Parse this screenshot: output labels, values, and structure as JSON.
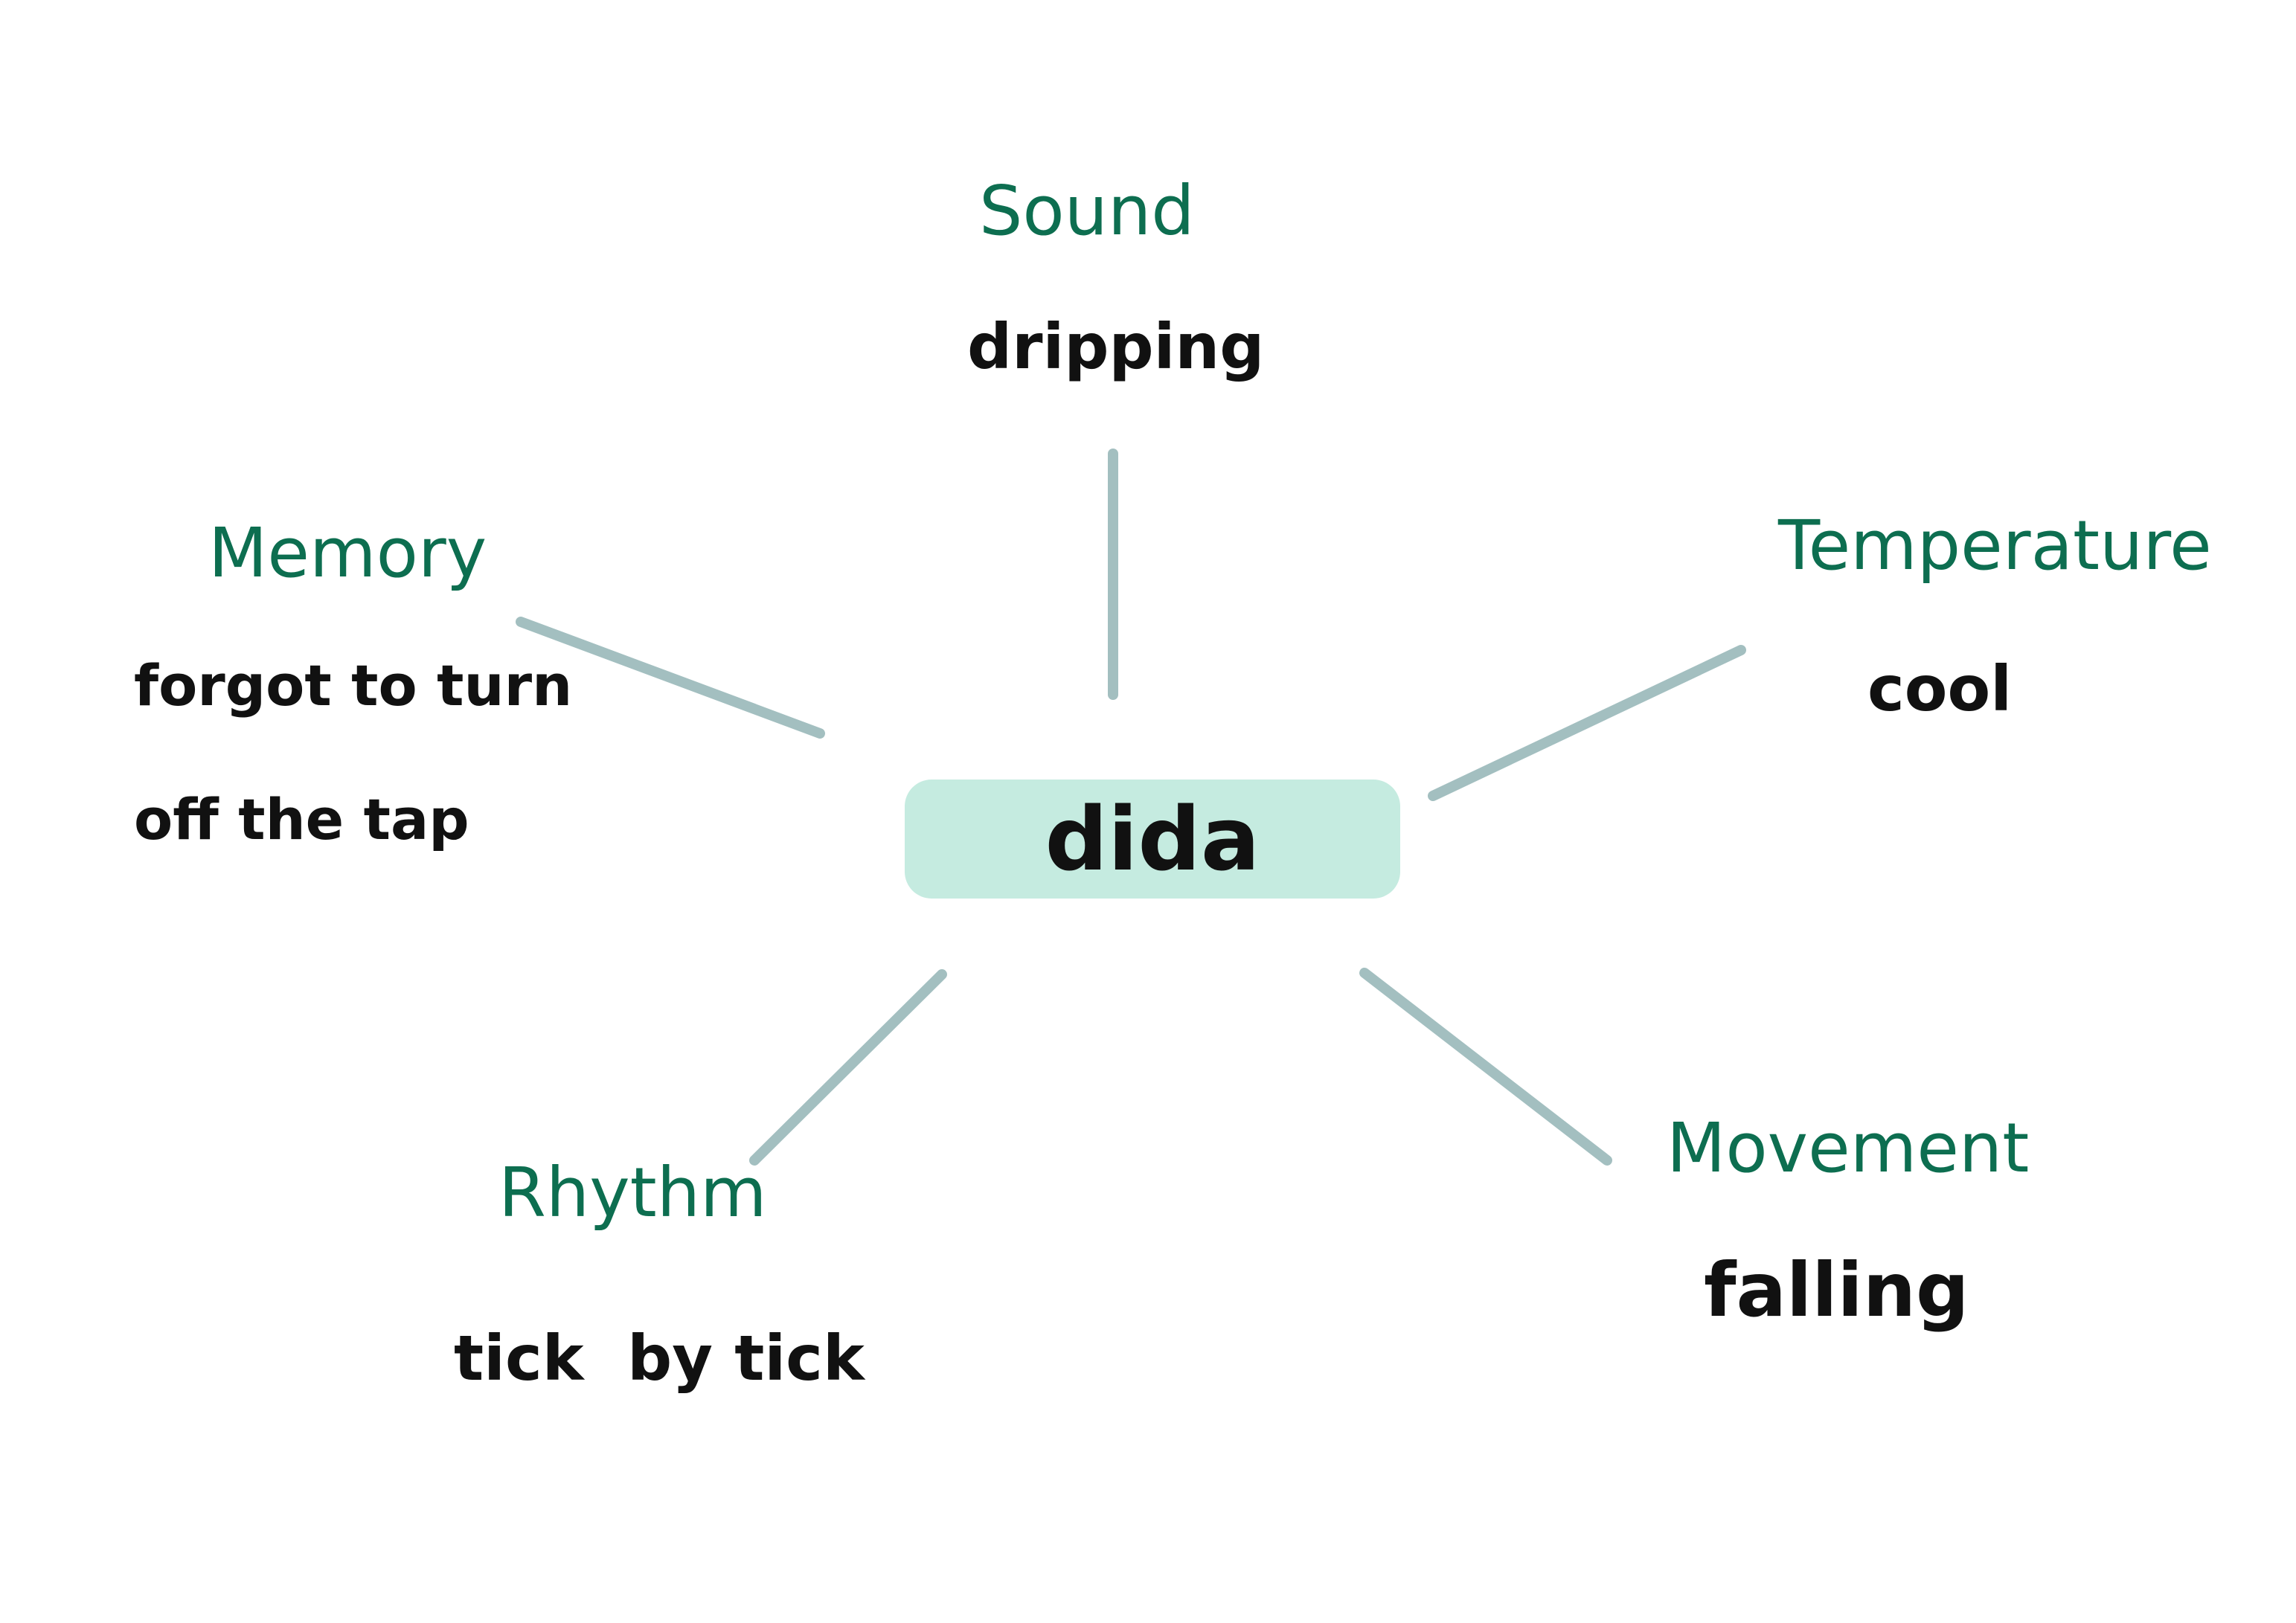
{
  "center": {
    "text": "dida"
  },
  "colors": {
    "category": "#0d6e50",
    "connector": "#a3bfc0",
    "center_fill": "#c5ebe0",
    "text": "#111111"
  },
  "branches": [
    {
      "category": "Sound",
      "value": "dripping"
    },
    {
      "category": "Memory",
      "value_lines": [
        "forgot to turn",
        "off the tap"
      ]
    },
    {
      "category": "Temperature",
      "value": "cool"
    },
    {
      "category": "Rhythm",
      "value": "tick  by tick"
    },
    {
      "category": "Movement",
      "value": "falling"
    }
  ]
}
